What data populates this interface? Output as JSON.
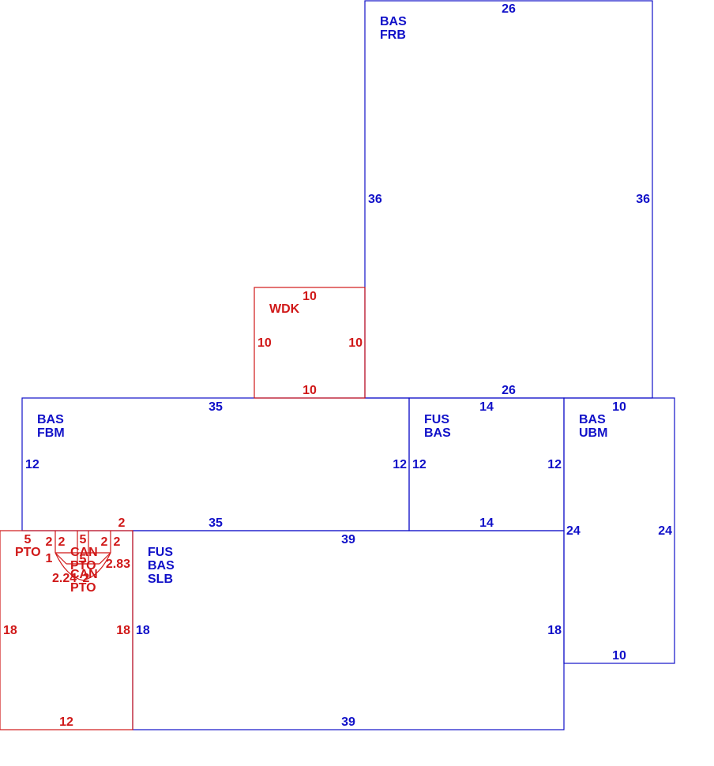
{
  "colors": {
    "living": "#1010c8",
    "other": "#d01818",
    "background": "#ffffff"
  },
  "areas": {
    "frb": {
      "line1": "BAS",
      "line2": "FRB",
      "top": "26",
      "bottom": "26",
      "left": "36",
      "right": "36"
    },
    "wdk": {
      "label": "WDK",
      "top": "10",
      "bottom": "10",
      "left": "10",
      "right": "10"
    },
    "fbm": {
      "line1": "BAS",
      "line2": "FBM",
      "top": "35",
      "bottom": "35",
      "left": "12",
      "right": "12"
    },
    "fus_bas": {
      "line1": "FUS",
      "line2": "BAS",
      "top": "14",
      "bottom": "14",
      "left": "12",
      "right": "12"
    },
    "ubm": {
      "line1": "BAS",
      "line2": "UBM",
      "top": "10",
      "bottom": "10",
      "left": "24",
      "right": "24"
    },
    "slb": {
      "line1": "FUS",
      "line2": "BAS",
      "line3": "SLB",
      "top": "39",
      "bottom": "39",
      "left": "18",
      "right": "18"
    },
    "pto_outer": {
      "label": "PTO",
      "bottom": "12",
      "left": "18",
      "right": "18",
      "corner": "2"
    },
    "porch_detail": {
      "top_a": "5",
      "top_b": "2",
      "top_c": "2",
      "top_d": "5",
      "top_e": "2",
      "top_f": "2",
      "side_1": "1",
      "diag_a": "2.24",
      "diag_b": "2.83",
      "mid_5": "5",
      "small_2": "2",
      "can1": "CAN",
      "pto1": "PTO",
      "can2": "CAN",
      "pto2": "PTO"
    }
  }
}
